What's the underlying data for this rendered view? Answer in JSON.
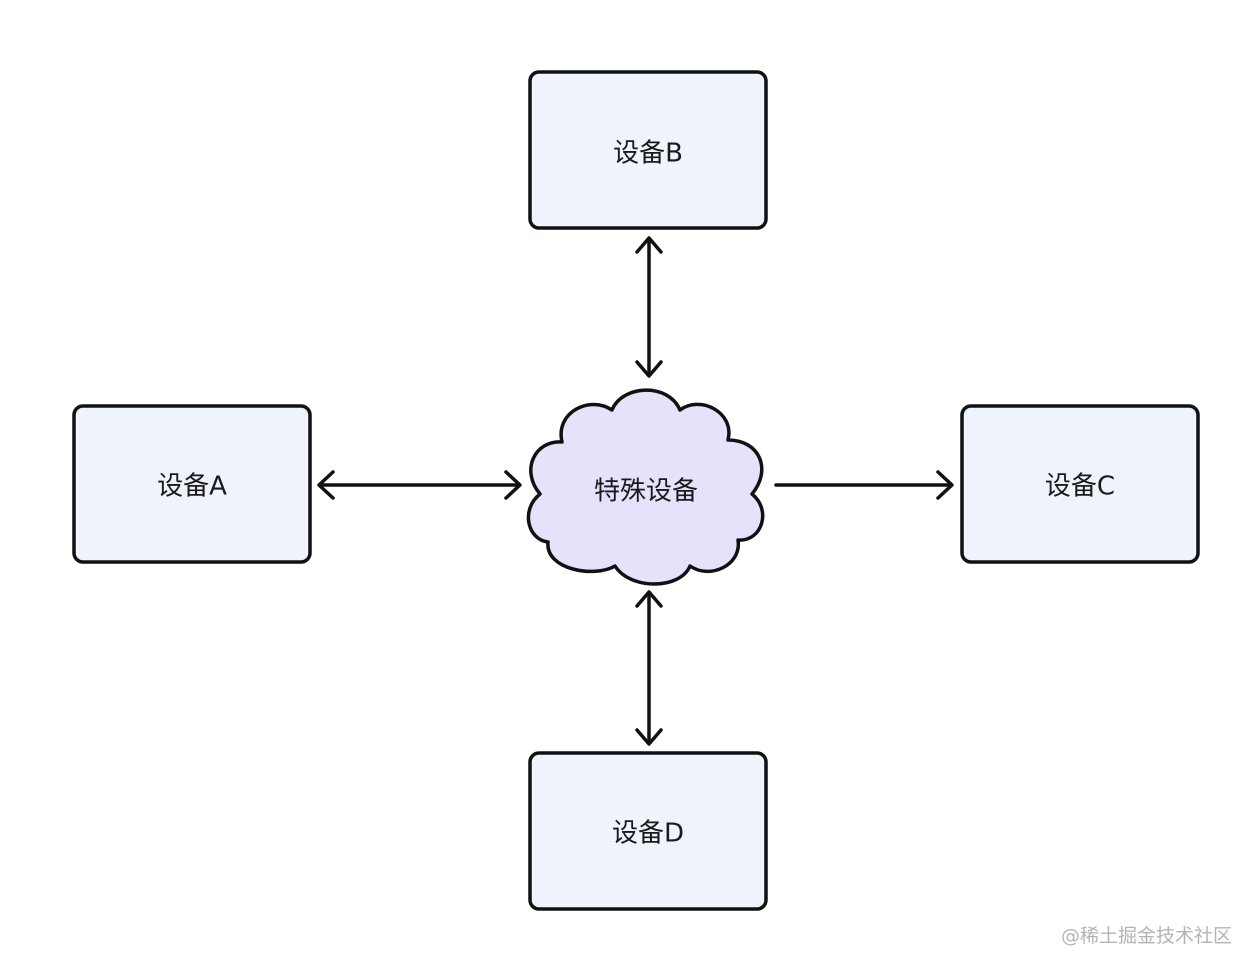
{
  "diagram": {
    "center_node": {
      "label": "特殊设备"
    },
    "nodes": {
      "a": {
        "label": "设备A"
      },
      "b": {
        "label": "设备B"
      },
      "c": {
        "label": "设备C"
      },
      "d": {
        "label": "设备D"
      }
    },
    "edges": [
      {
        "from": "设备A",
        "to": "特殊设备",
        "direction": "bidirectional"
      },
      {
        "from": "设备B",
        "to": "特殊设备",
        "direction": "bidirectional"
      },
      {
        "from": "特殊设备",
        "to": "设备C",
        "direction": "one-way"
      },
      {
        "from": "设备D",
        "to": "特殊设备",
        "direction": "bidirectional"
      }
    ],
    "colors": {
      "device_fill": "#eef3fc",
      "cloud_fill": "#e7e1fc",
      "stroke": "#111111"
    }
  },
  "watermark": "@稀土掘金技术社区"
}
